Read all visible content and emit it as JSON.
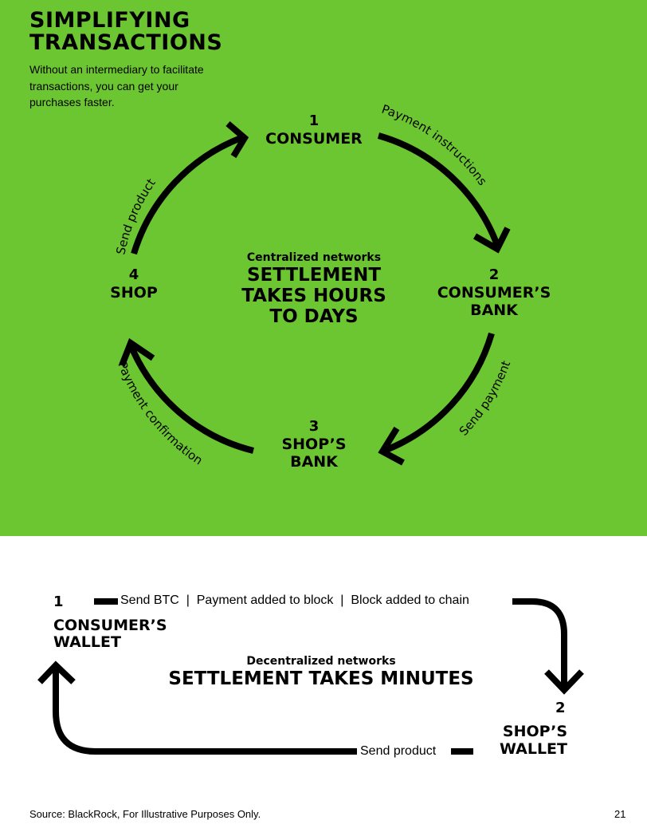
{
  "header": {
    "title_line1": "SIMPLIFYING",
    "title_line2": "TRANSACTIONS",
    "subtitle": "Without an intermediary to facilitate transactions, you can get your purchases faster.",
    "background_color": "#6cc631"
  },
  "centralized": {
    "caption": "Centralized networks",
    "headline_lines": [
      "SETTLEMENT",
      "TAKES HOURS",
      "TO DAYS"
    ],
    "nodes": [
      {
        "num": "1",
        "label": "CONSUMER"
      },
      {
        "num": "2",
        "label": "CONSUMER’S BANK"
      },
      {
        "num": "3",
        "label": "SHOP’S BANK"
      },
      {
        "num": "4",
        "label": "SHOP"
      }
    ],
    "flows": [
      "Payment instructions",
      "Send payment",
      "Payment confirmation",
      "Send product"
    ]
  },
  "decentralized": {
    "caption": "Decentralized networks",
    "headline": "SETTLEMENT TAKES MINUTES",
    "nodes": [
      {
        "num": "1",
        "line1": "CONSUMER’S",
        "line2": "WALLET"
      },
      {
        "num": "2",
        "line1": "SHOP’S",
        "line2": "WALLET"
      }
    ],
    "top_flow": "Send BTC  |  Payment added to block  |  Block added to chain",
    "bottom_flow": "Send product"
  },
  "footer": {
    "source": "Source: BlackRock, For Illustrative Purposes Only.",
    "page": "21"
  }
}
